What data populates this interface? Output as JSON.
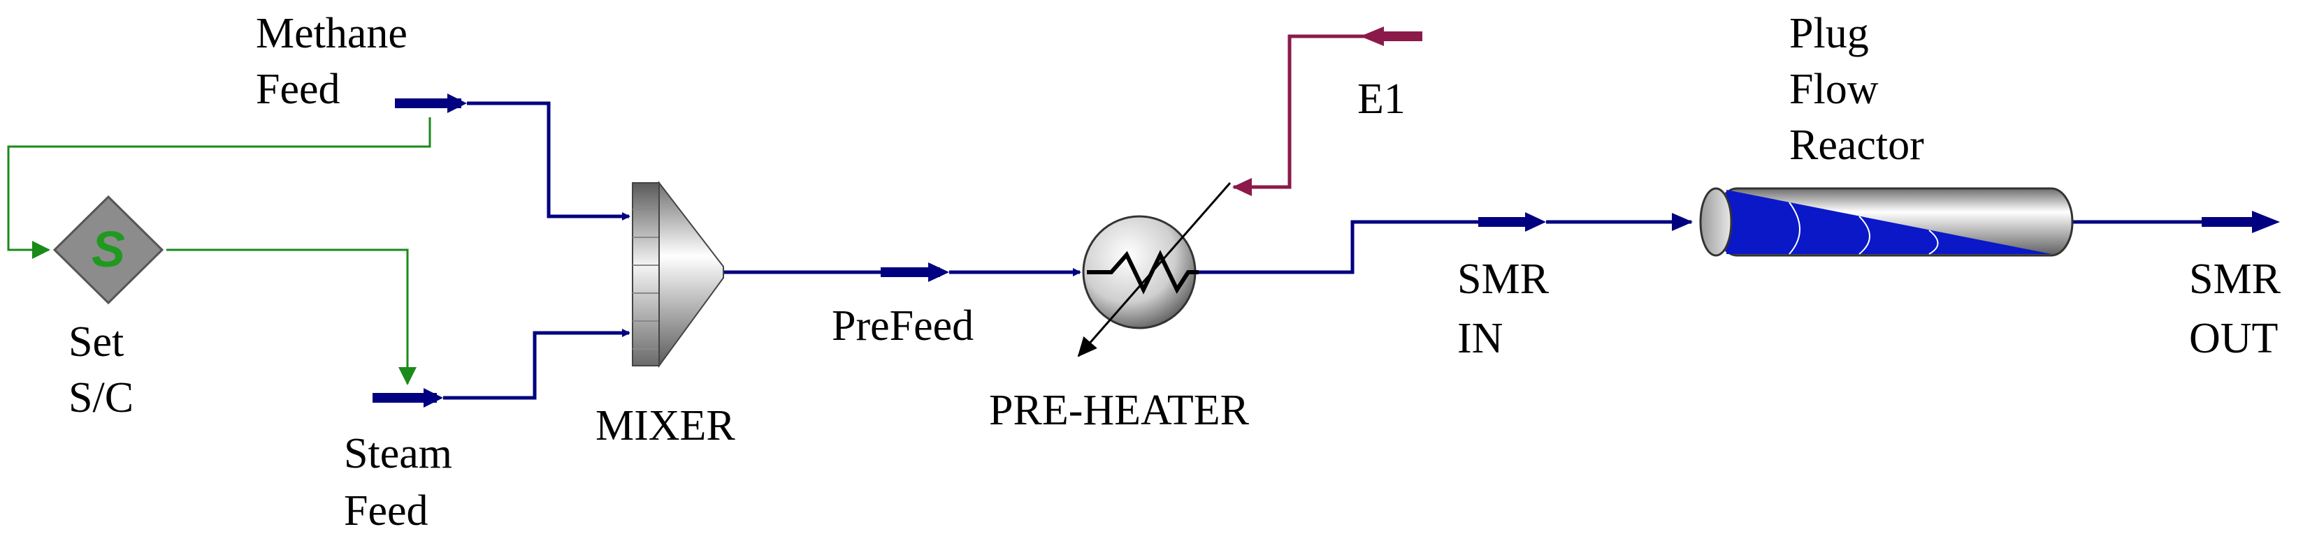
{
  "colors": {
    "material_stream": "#000080",
    "energy_stream": "#8b1a4a",
    "signal": "#1a8a1a",
    "set_block": "#8c8c8c",
    "set_letter": "#1f9a1f",
    "reactor_fill": "#0a18c8",
    "background": "#ffffff"
  },
  "labels": {
    "methane_feed": [
      "Methane",
      "Feed"
    ],
    "steam_feed": [
      "Steam",
      "Feed"
    ],
    "set_block": [
      "Set",
      "S/C"
    ],
    "set_letter": "S",
    "mixer": "MIXER",
    "prefeed": "PreFeed",
    "preheater": "PRE-HEATER",
    "energy": "E1",
    "smr_in": [
      "SMR",
      "IN"
    ],
    "reactor": [
      "Plug",
      "Flow",
      "Reactor"
    ],
    "smr_out": [
      "SMR",
      "OUT"
    ]
  },
  "icons": {
    "set": "set-logic-diamond-icon",
    "mixer": "mixer-icon",
    "heater": "heat-exchanger-icon",
    "reactor": "plug-flow-reactor-icon",
    "stream_arrow": "stream-arrow-icon"
  }
}
